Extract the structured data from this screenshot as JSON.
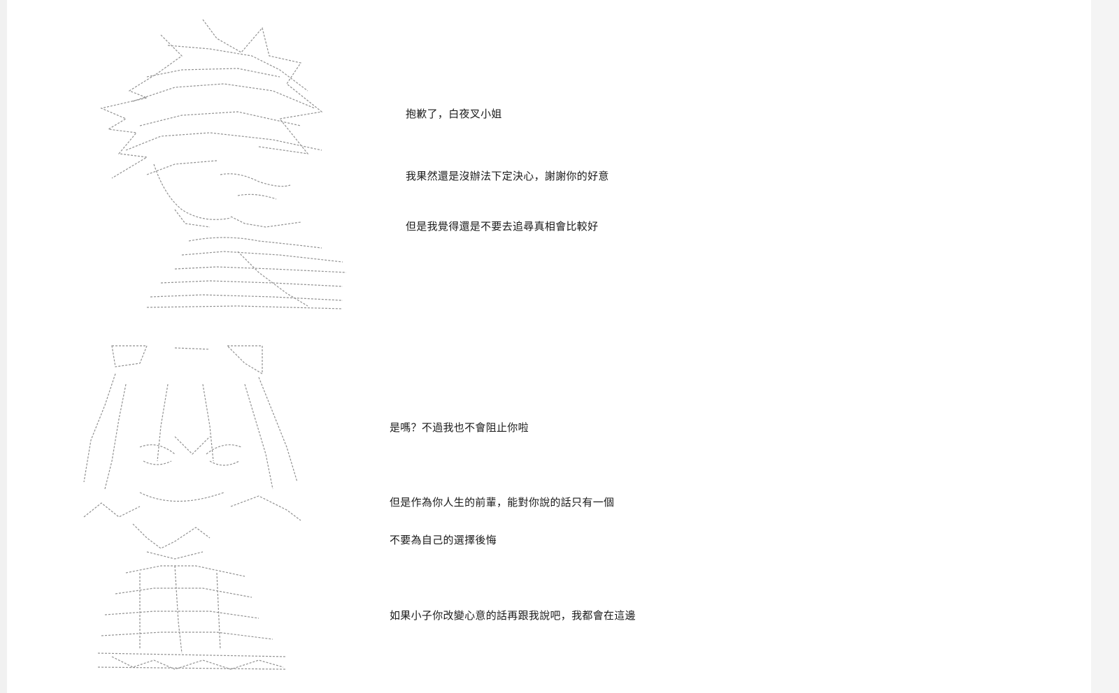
{
  "scene1": {
    "lines": [
      "抱歉了，白夜叉小姐",
      "我果然還是沒辦法下定決心，謝謝你的好意",
      "但是我覺得還是不要去追尋真相會比較好"
    ]
  },
  "scene2": {
    "lines": [
      "是嗎？不過我也不會阻止你啦",
      "但是作為你人生的前輩，能對你說的話只有一個",
      "不要為自己的選擇後悔",
      "如果小子你改變心意的話再跟我說吧，我都會在這邊"
    ]
  },
  "colors": {
    "text": "#1a1a1a",
    "art": "#7a7a7a",
    "background": "#ffffff"
  }
}
